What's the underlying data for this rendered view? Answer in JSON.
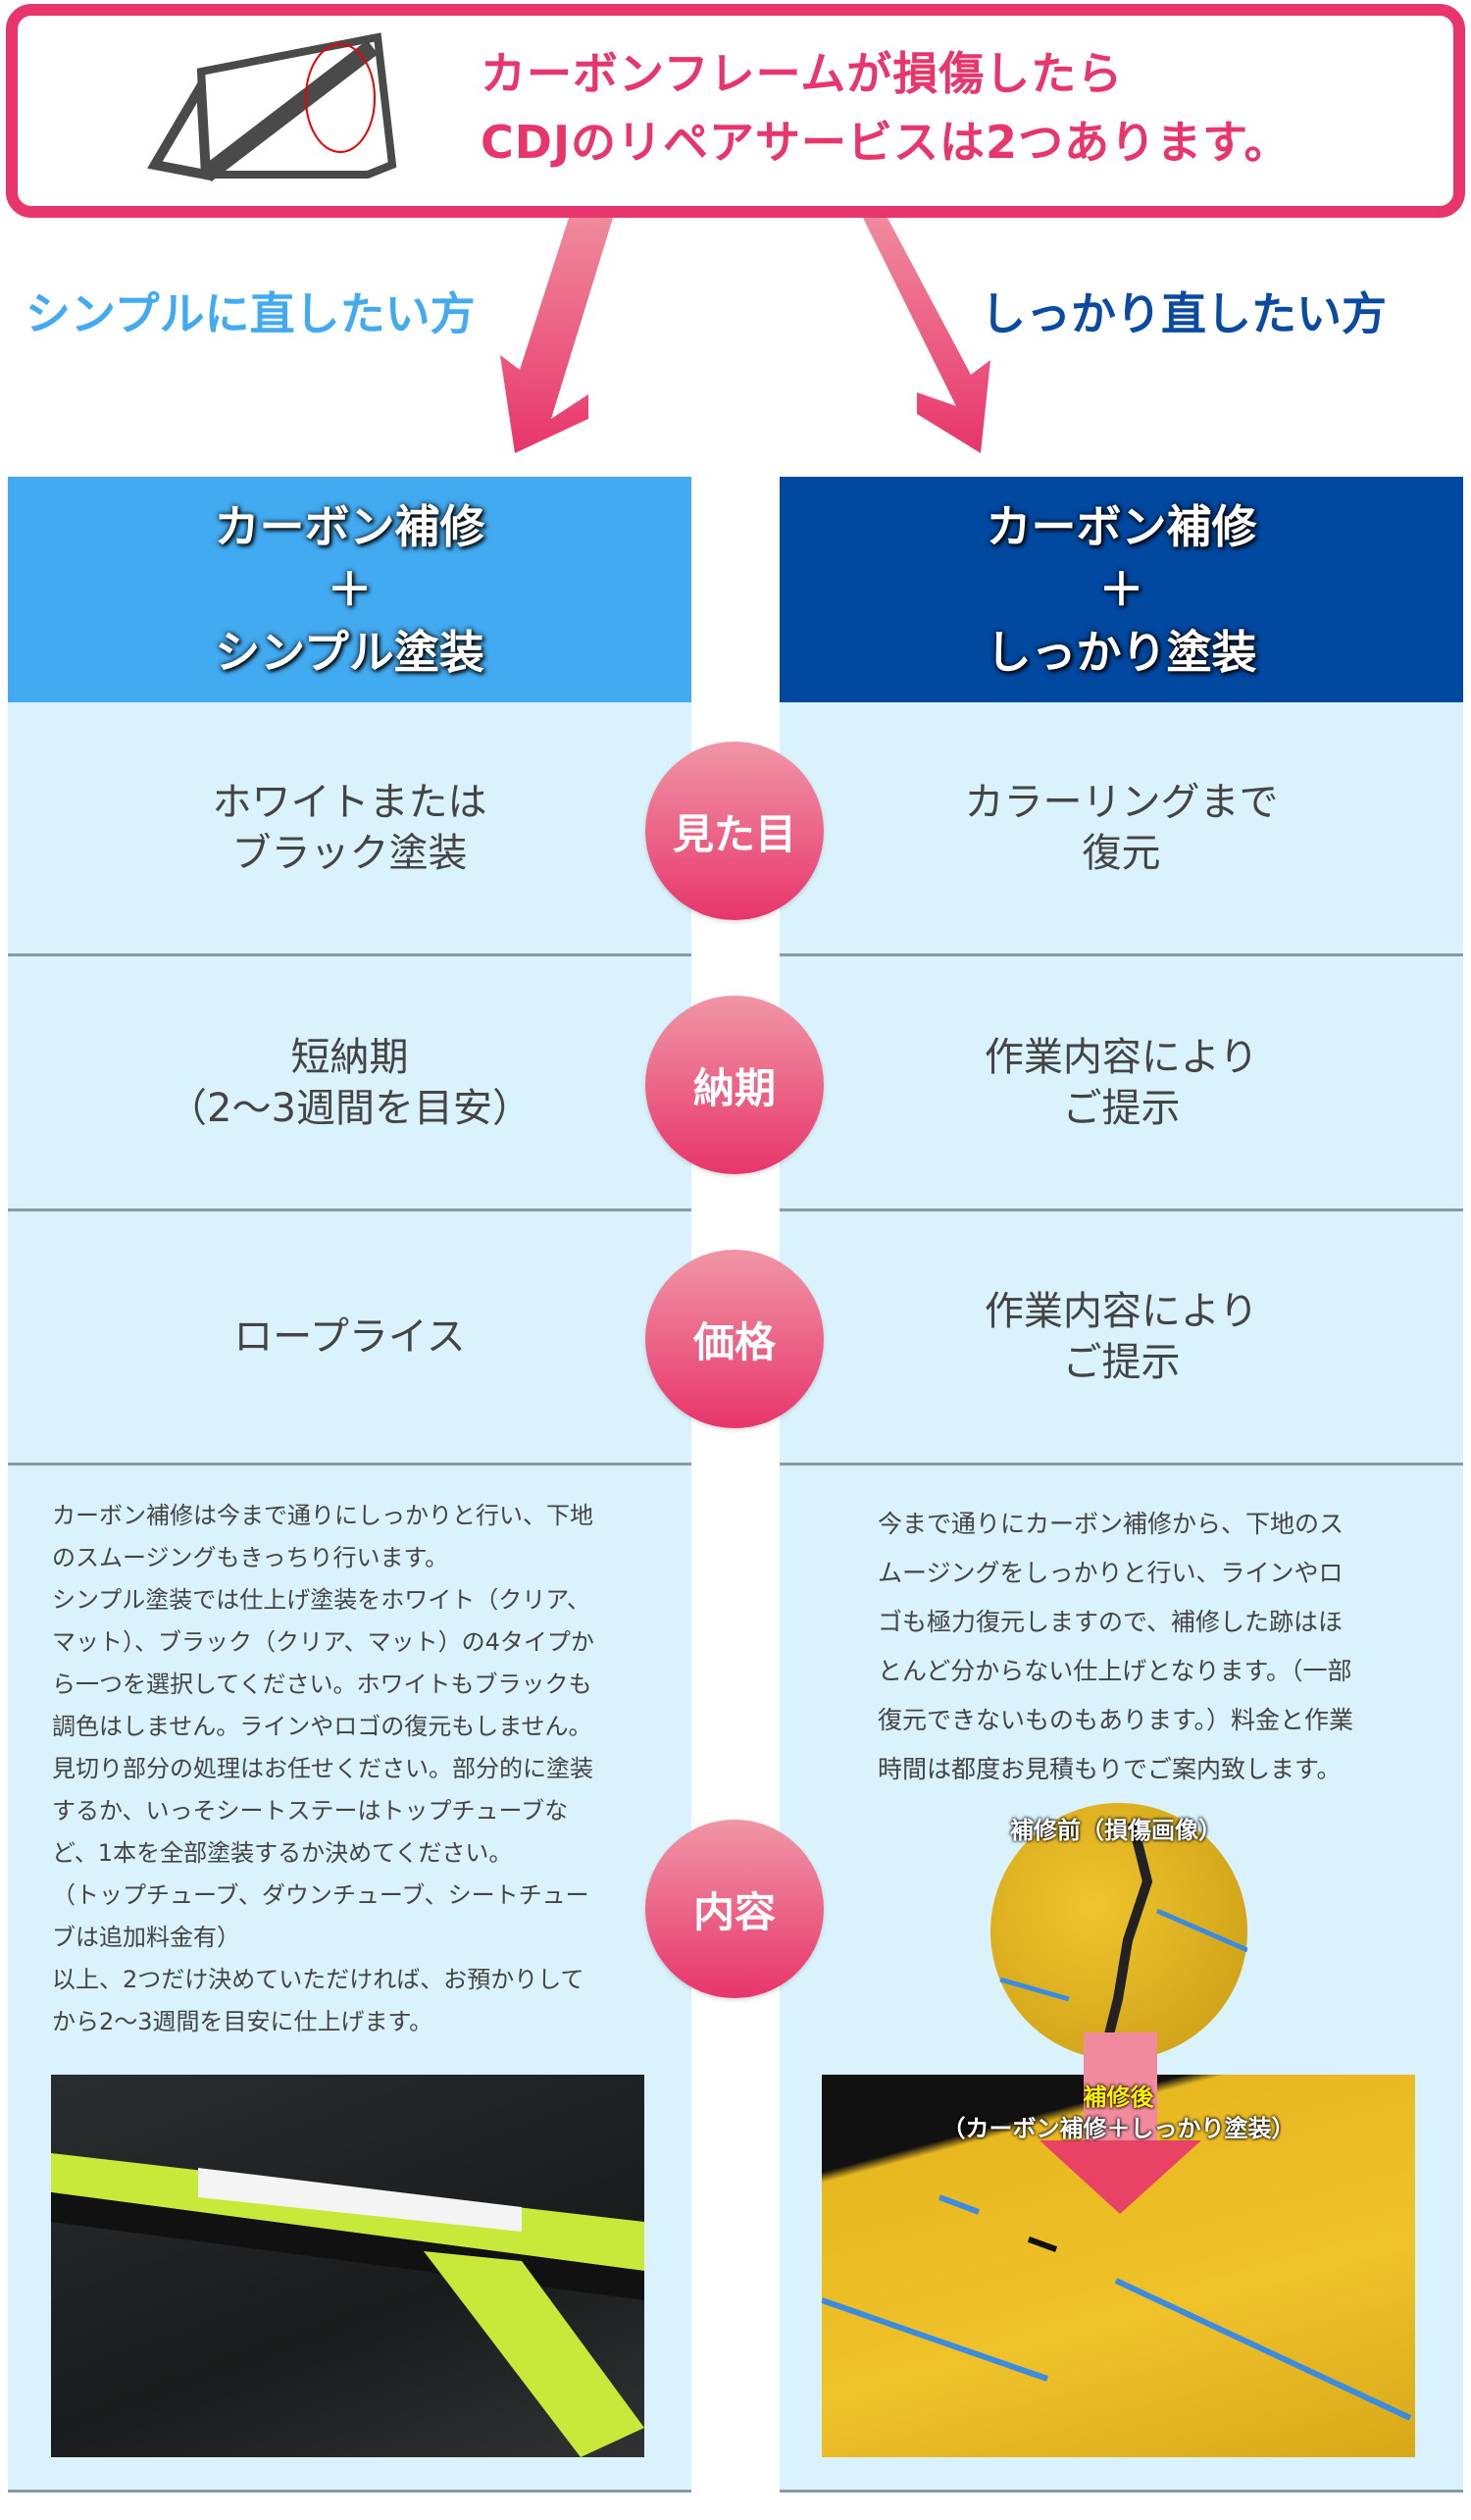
{
  "header": {
    "line1": "カーボンフレームが損傷したら",
    "line2": "CDJのリペアサービスは2つあります。",
    "accent": "#e8356b"
  },
  "leads": {
    "left": "シンプルに直したい方",
    "right": "しっかり直したい方"
  },
  "plans": [
    {
      "title1": "カーボン補修",
      "plus": "＋",
      "title2": "シンプル塗装",
      "color": "#42aaf0",
      "look": [
        "ホワイトまたは",
        "ブラック塗装"
      ],
      "delivery": [
        "短納期",
        "（2〜3週間を目安）"
      ],
      "price": [
        "ロープライス"
      ],
      "details": [
        "カーボン補修は今まで通りにしっかりと行い、下地のスムージングもきっちり行います。",
        "シンプル塗装では仕上げ塗装をホワイト（クリア、マット）、ブラック（クリア、マット）の4タイプから一つを選択してください。ホワイトもブラックも調色はしません。ラインやロゴの復元もしません。",
        "見切り部分の処理はお任せください。部分的に塗装するか、いっそシートステーはトップチューブなど、1本を全部塗装するか決めてください。",
        "（トップチューブ、ダウンチューブ、シートチューブは追加料金有）",
        "以上、2つだけ決めていただければ、お預かりしてから2〜3週間を目安に仕上げます。"
      ]
    },
    {
      "title1": "カーボン補修",
      "plus": "＋",
      "title2": "しっかり塗装",
      "color": "#0048a0",
      "look": [
        "カラーリングまで",
        "復元"
      ],
      "delivery": [
        "作業内容により",
        "ご提示"
      ],
      "price": [
        "作業内容により",
        "ご提示"
      ],
      "details": [
        "今まで通りにカーボン補修から、下地のスムージングをしっかりと行い、ラインやロゴも極力復元しますので、補修した跡はほとんど分からない仕上げとなります。（一部復元できないものもあります。）料金と作業時間は都度お見積もりでご案内致します。"
      ],
      "before_label": "補修前（損傷画像）",
      "after_label": "補修後",
      "after_sub": "（カーボン補修＋しっかり塗装）"
    }
  ],
  "badges": [
    "見た目",
    "納期",
    "価格",
    "内容"
  ]
}
